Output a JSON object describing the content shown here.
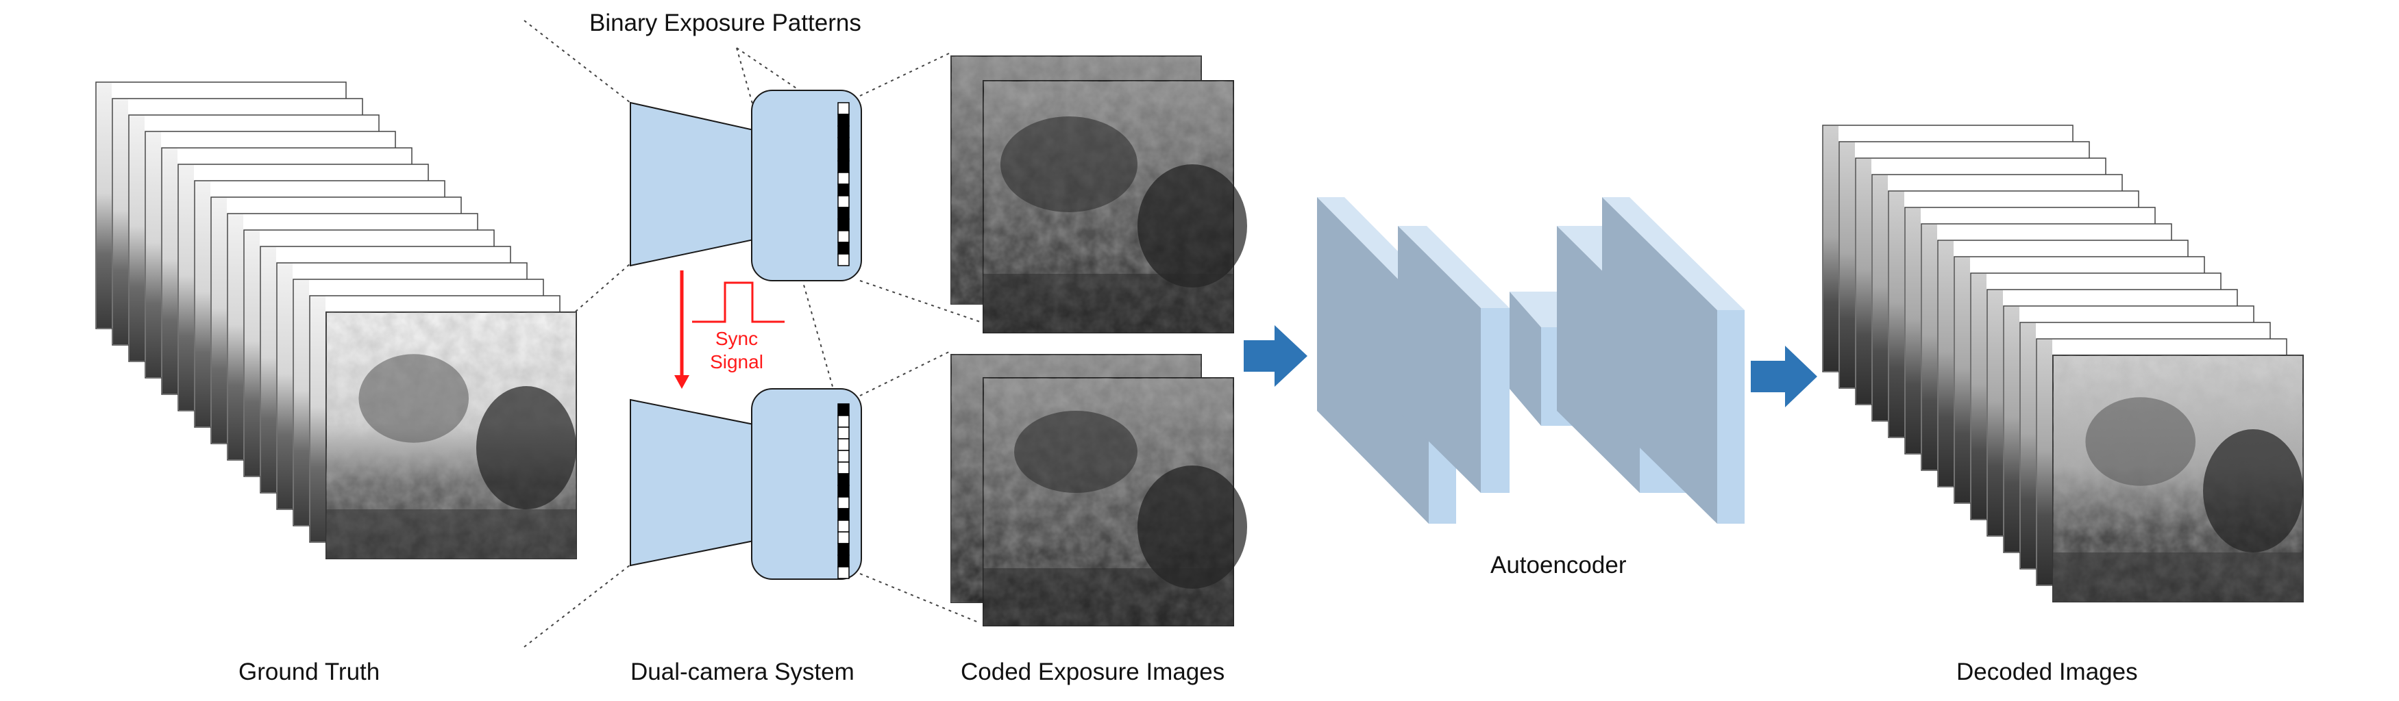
{
  "labels": {
    "top_title": "Binary Exposure Patterns",
    "ground_truth": "Ground Truth",
    "dual_camera": "Dual-camera System",
    "coded_images": "Coded Exposure Images",
    "autoencoder": "Autoencoder",
    "decoded": "Decoded Images",
    "sync_line1": "Sync",
    "sync_line2": "Signal"
  },
  "exposure_patterns": {
    "camera_top": [
      0,
      1,
      1,
      1,
      1,
      1,
      0,
      1,
      0,
      1,
      1,
      0,
      1,
      0
    ],
    "camera_bottom": [
      1,
      0,
      0,
      0,
      0,
      0,
      1,
      1,
      0,
      1,
      0,
      0,
      1,
      1,
      0
    ]
  },
  "colors": {
    "block_fill": "#bcd6ee",
    "block_side": "#9aafc4",
    "arrow_blue": "#2e75b6",
    "sync_red": "#ff1a1a",
    "camera_stroke": "#1a1a1a"
  }
}
